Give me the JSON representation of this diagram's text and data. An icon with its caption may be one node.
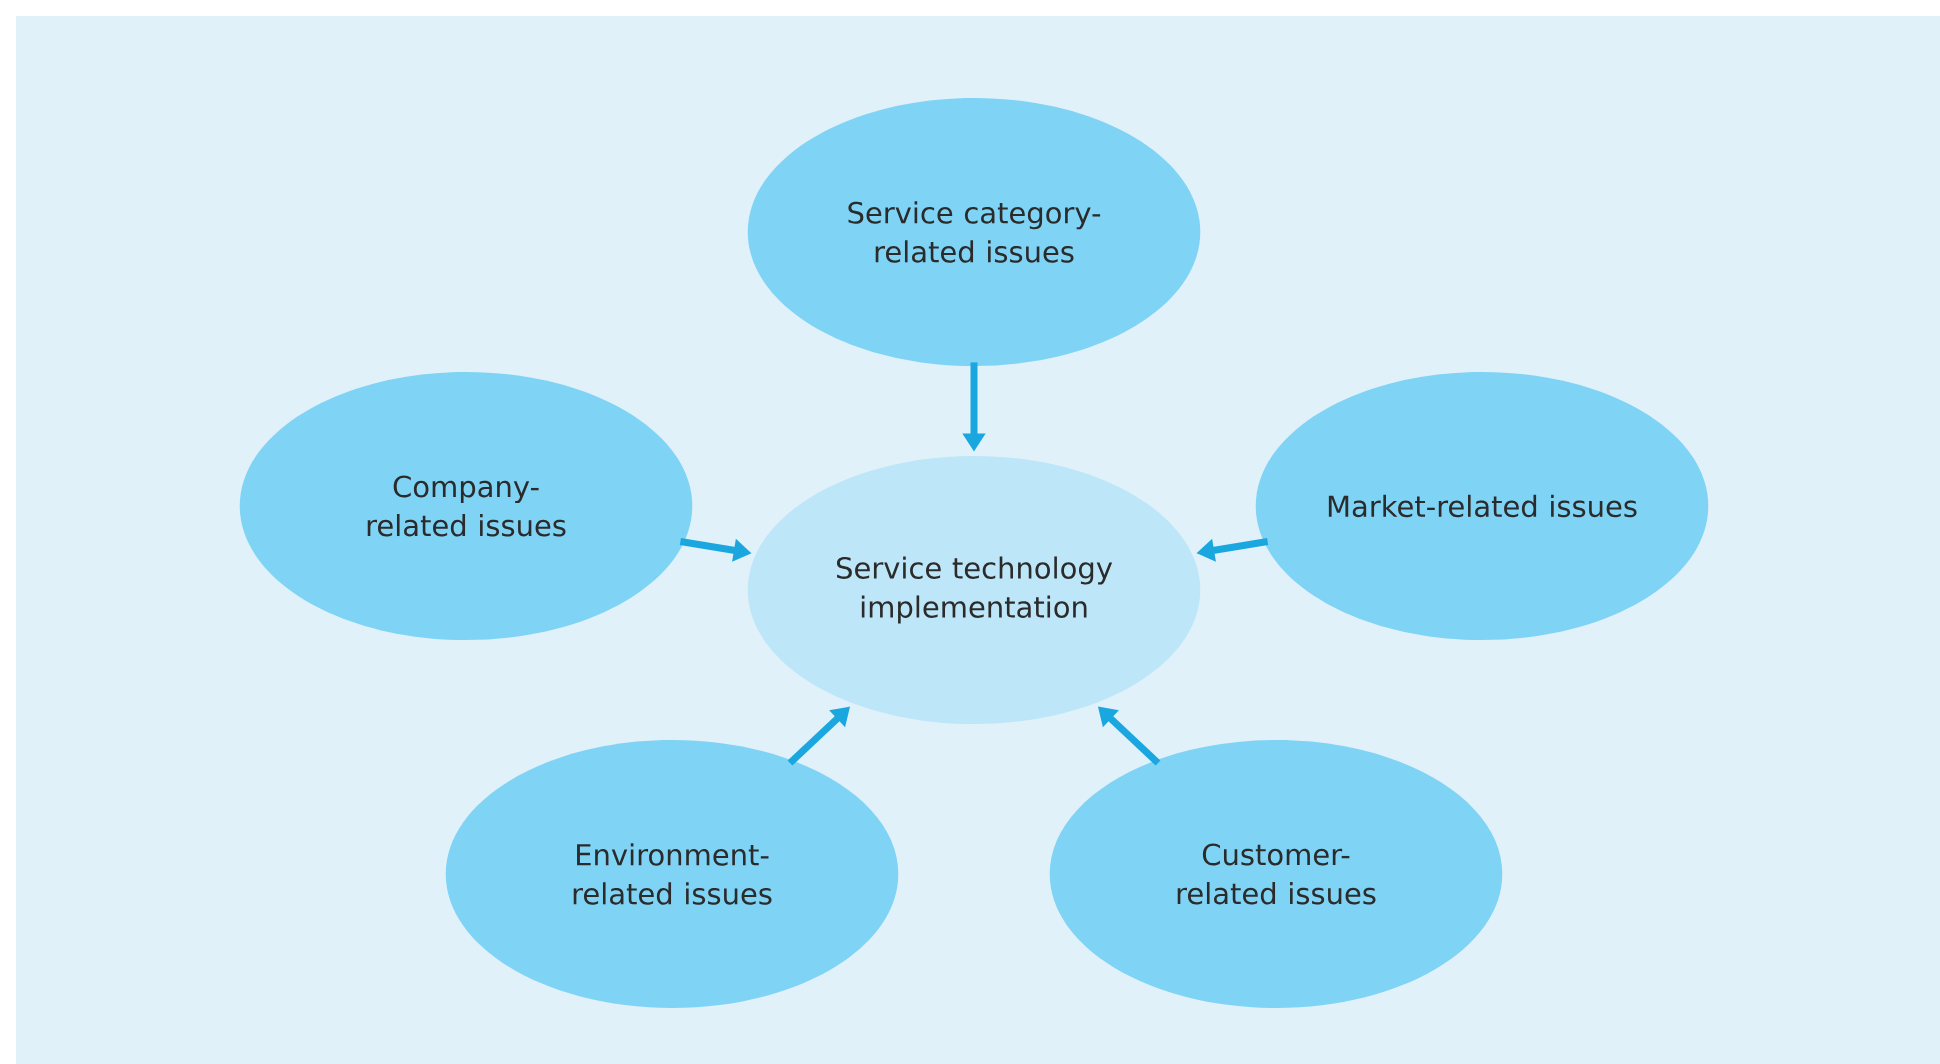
{
  "diagram": {
    "nodes": [
      {
        "text": [
          "Service technology implementation"
        ]
      },
      {
        "text": [
          "Service category-related issues"
        ]
      },
      {
        "text": [
          "Company-related issues"
        ]
      },
      {
        "text": [
          "Market-related issues"
        ]
      },
      {
        "text": [
          "Environment-related issues"
        ]
      },
      {
        "text": [
          "Customer-related issues"
        ]
      }
    ],
    "edges": [
      {
        "from": 1,
        "to": 0,
        "arrow": "to"
      },
      {
        "from": 2,
        "to": 0,
        "arrow": "to"
      },
      {
        "from": 3,
        "to": 0,
        "arrow": "to"
      },
      {
        "from": 4,
        "to": 0,
        "arrow": "to"
      },
      {
        "from": 5,
        "to": 0,
        "arrow": "to"
      }
    ]
  }
}
